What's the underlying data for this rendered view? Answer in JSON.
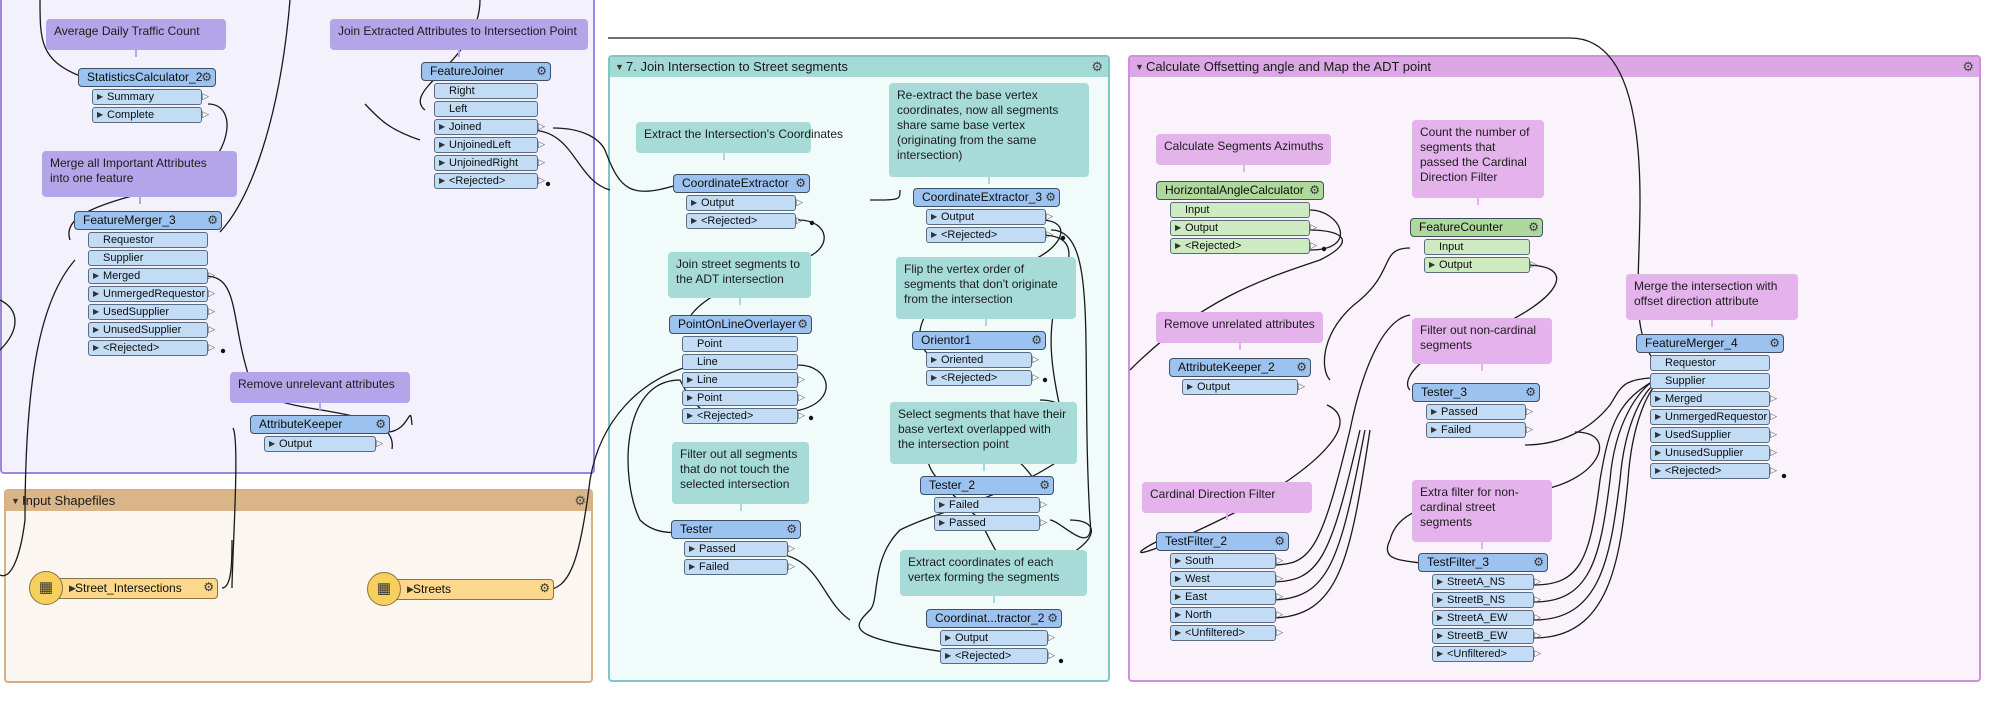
{
  "colors": {
    "purple_bookmark_border": "#9d86e0",
    "purple_bookmark_bg": "#f3f1fc",
    "purple_annotation": "#b4a5ea",
    "input_bookmark_header": "#dbb58a",
    "input_bookmark_border": "#d7b185",
    "input_bookmark_bg": "#fcf6f0",
    "teal_bookmark_border": "#7fc7c4",
    "teal_bookmark_header": "#a4d9d6",
    "teal_bookmark_bg": "#f1fbfa",
    "teal_annotation": "#a6dbd8",
    "pink_bookmark_border": "#cf8fdc",
    "pink_bookmark_header": "#dba7e5",
    "pink_bookmark_bg": "#fbf3fc",
    "pink_annotation": "#e4b3ec",
    "transformer_blue": "#9cc3ef",
    "port_blue": "#c3dcf6",
    "transformer_green": "#afd89c",
    "port_green": "#cdeac0",
    "reader_yellow": "#fbd88c",
    "connection_line": "#1a1a1a"
  },
  "bookmarks": {
    "input": {
      "title": "Input Shapefiles"
    },
    "join": {
      "title": "7. Join Intersection to Street segments"
    },
    "offset": {
      "title": "Calculate Offsetting angle and Map the ADT point"
    }
  },
  "annotations": {
    "avg_traffic": "Average Daily Traffic Count",
    "join_extracted": "Join Extracted Attributes to Intersection Point",
    "merge_important": "Merge all Important Attributes into one feature",
    "remove_unrelevant": "Remove unrelevant attributes",
    "extract_intersection": "Extract the Intersection's Coordinates",
    "reextract": "Re-extract the base vertex coordinates, now all segments share same base vertex (originating from the same intersection)",
    "join_street": "Join street segments to the ADT intersection",
    "flip_vertex": "Flip the vertex order of segments that don't originate from the intersection",
    "filter_out": "Filter out all segments that do not touch the selected intersection",
    "select_segments": "Select segments that have their base vertext overlapped with the intersection point",
    "extract_coords": "Extract coordinates of each vertex forming the segments",
    "calc_azimuths": "Calculate Segments Azimuths",
    "count_segments": "Count the number of segments that passed the Cardinal Direction Filter",
    "remove_unrelated": "Remove unrelated attributes",
    "filter_noncardinal": "Filter out non-cardinal segments",
    "merge_intersection": "Merge the intersection with offset direction attribute",
    "cardinal_filter": "Cardinal Direction Filter",
    "extra_filter": "Extra filter for non-cardinal street segments"
  },
  "transformers": {
    "statistics_calculator": {
      "name": "StatisticsCalculator_2",
      "ports": [
        "Summary",
        "Complete"
      ]
    },
    "feature_joiner": {
      "name": "FeatureJoiner",
      "ports": [
        "Right",
        "Left",
        "Joined",
        "UnjoinedLeft",
        "UnjoinedRight",
        "<Rejected>"
      ]
    },
    "feature_merger_3": {
      "name": "FeatureMerger_3",
      "ports": [
        "Requestor",
        "Supplier",
        "Merged",
        "UnmergedRequestor",
        "UsedSupplier",
        "UnusedSupplier",
        "<Rejected>"
      ]
    },
    "attribute_keeper": {
      "name": "AttributeKeeper",
      "ports": [
        "Output"
      ]
    },
    "coordinate_extractor": {
      "name": "CoordinateExtractor",
      "ports": [
        "Output",
        "<Rejected>"
      ]
    },
    "point_on_line_overlayer": {
      "name": "PointOnLineOverlayer",
      "ports": [
        "Point",
        "Line",
        "Line",
        "Point",
        "<Rejected>"
      ]
    },
    "tester": {
      "name": "Tester",
      "ports": [
        "Passed",
        "Failed"
      ]
    },
    "coordinate_extractor_3": {
      "name": "CoordinateExtractor_3",
      "ports": [
        "Output",
        "<Rejected>"
      ]
    },
    "orientor_1": {
      "name": "Orientor1",
      "ports": [
        "Oriented",
        "<Rejected>"
      ]
    },
    "tester_2": {
      "name": "Tester_2",
      "ports": [
        "Failed",
        "Passed"
      ]
    },
    "coordinate_extractor_2": {
      "name": "Coordinat...tractor_2",
      "ports": [
        "Output",
        "<Rejected>"
      ]
    },
    "horizontal_angle_calculator": {
      "name": "HorizontalAngleCalculator",
      "ports": [
        "Input",
        "Output",
        "<Rejected>"
      ]
    },
    "attribute_keeper_2": {
      "name": "AttributeKeeper_2",
      "ports": [
        "Output"
      ]
    },
    "test_filter_2": {
      "name": "TestFilter_2",
      "ports": [
        "South",
        "West",
        "East",
        "North",
        "<Unfiltered>"
      ]
    },
    "feature_counter": {
      "name": "FeatureCounter",
      "ports": [
        "Input",
        "Output"
      ]
    },
    "tester_3": {
      "name": "Tester_3",
      "ports": [
        "Passed",
        "Failed"
      ]
    },
    "test_filter_3": {
      "name": "TestFilter_3",
      "ports": [
        "StreetA_NS",
        "StreetB_NS",
        "StreetA_EW",
        "StreetB_EW",
        "<Unfiltered>"
      ]
    },
    "feature_merger_4": {
      "name": "FeatureMerger_4",
      "ports": [
        "Requestor",
        "Supplier",
        "Merged",
        "UnmergedRequestor",
        "UsedSupplier",
        "UnusedSupplier",
        "<Rejected>"
      ]
    }
  },
  "readers": {
    "street_intersections": "Street_Intersections",
    "streets": "Streets"
  }
}
